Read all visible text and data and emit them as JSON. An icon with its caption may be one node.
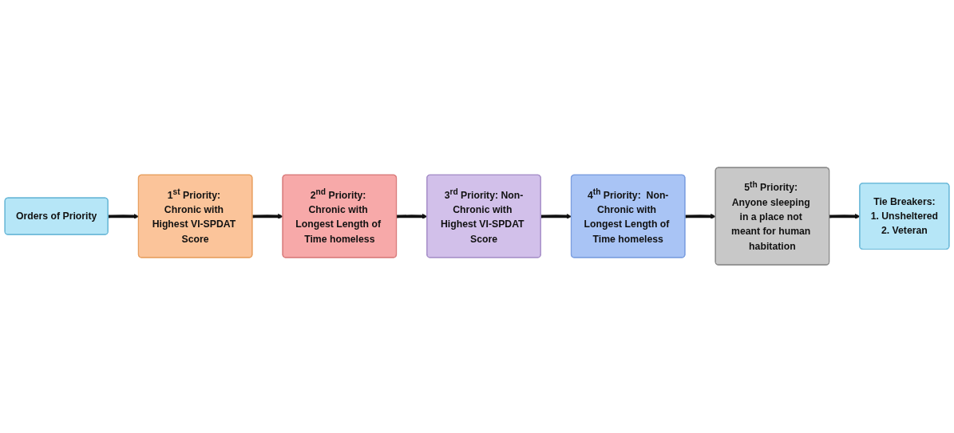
{
  "diagram": {
    "nodes": [
      {
        "text": [
          "Orders of Priority"
        ]
      },
      {
        "text": [
          "1$^{st}$ Priority: Chronic with Highest VI-SPDAT Score"
        ]
      },
      {
        "text": [
          "2$^{nd}$ Priority: Chronic with Longest Length of Time homeless"
        ]
      },
      {
        "text": [
          "3$^{rd}$ Priority: Non-Chronic with Highest VI-SPDAT Score"
        ]
      },
      {
        "text": [
          "4$^{th}$ Priority:  Non-Chronic with Longest Length of Time homeless"
        ]
      },
      {
        "text": [
          "5$^{th}$ Priority: Anyone sleeping in a place not meant for human habitation"
        ]
      },
      {
        "text": [
          "Tie Breakers:",
          "1.  Unsheltered",
          "2.  Veteran"
        ]
      }
    ],
    "edges": [
      {
        "from": 0,
        "to": 1,
        "arrow": "to"
      },
      {
        "from": 1,
        "to": 2,
        "arrow": "to"
      },
      {
        "from": 2,
        "to": 3,
        "arrow": "to"
      },
      {
        "from": 3,
        "to": 4,
        "arrow": "to"
      },
      {
        "from": 4,
        "to": 5,
        "arrow": "to"
      },
      {
        "from": 5,
        "to": 6,
        "arrow": "to"
      }
    ]
  }
}
